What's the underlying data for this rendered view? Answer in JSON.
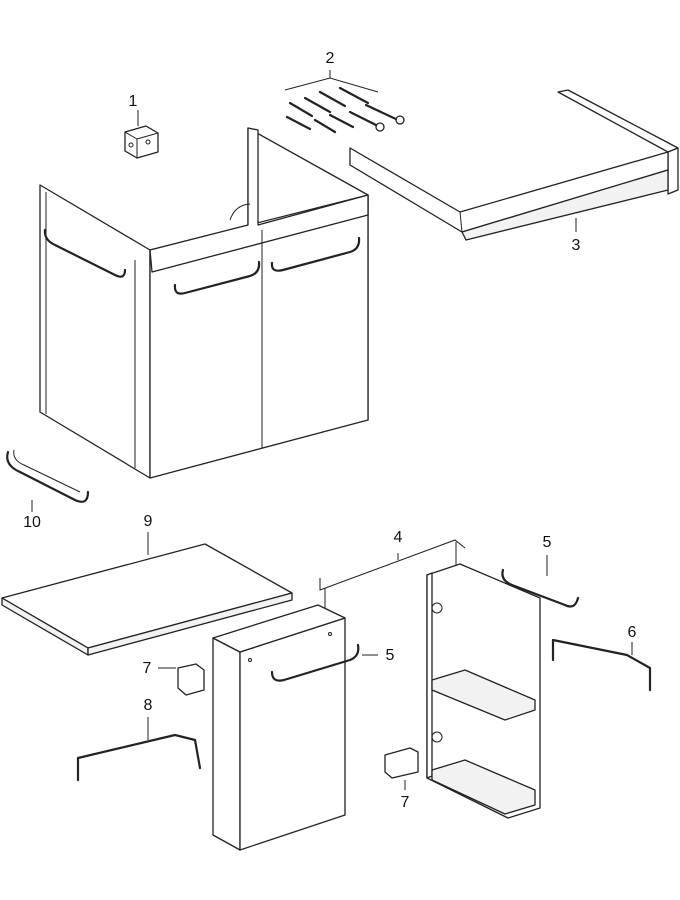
{
  "diagram": {
    "type": "exploded-parts-diagram",
    "callouts": [
      {
        "id": "1",
        "label": "1"
      },
      {
        "id": "2",
        "label": "2"
      },
      {
        "id": "3",
        "label": "3"
      },
      {
        "id": "4",
        "label": "4"
      },
      {
        "id": "5a",
        "label": "5"
      },
      {
        "id": "5b",
        "label": "5"
      },
      {
        "id": "6",
        "label": "6"
      },
      {
        "id": "7a",
        "label": "7"
      },
      {
        "id": "7b",
        "label": "7"
      },
      {
        "id": "8",
        "label": "8"
      },
      {
        "id": "9",
        "label": "9"
      },
      {
        "id": "10",
        "label": "10"
      }
    ]
  }
}
